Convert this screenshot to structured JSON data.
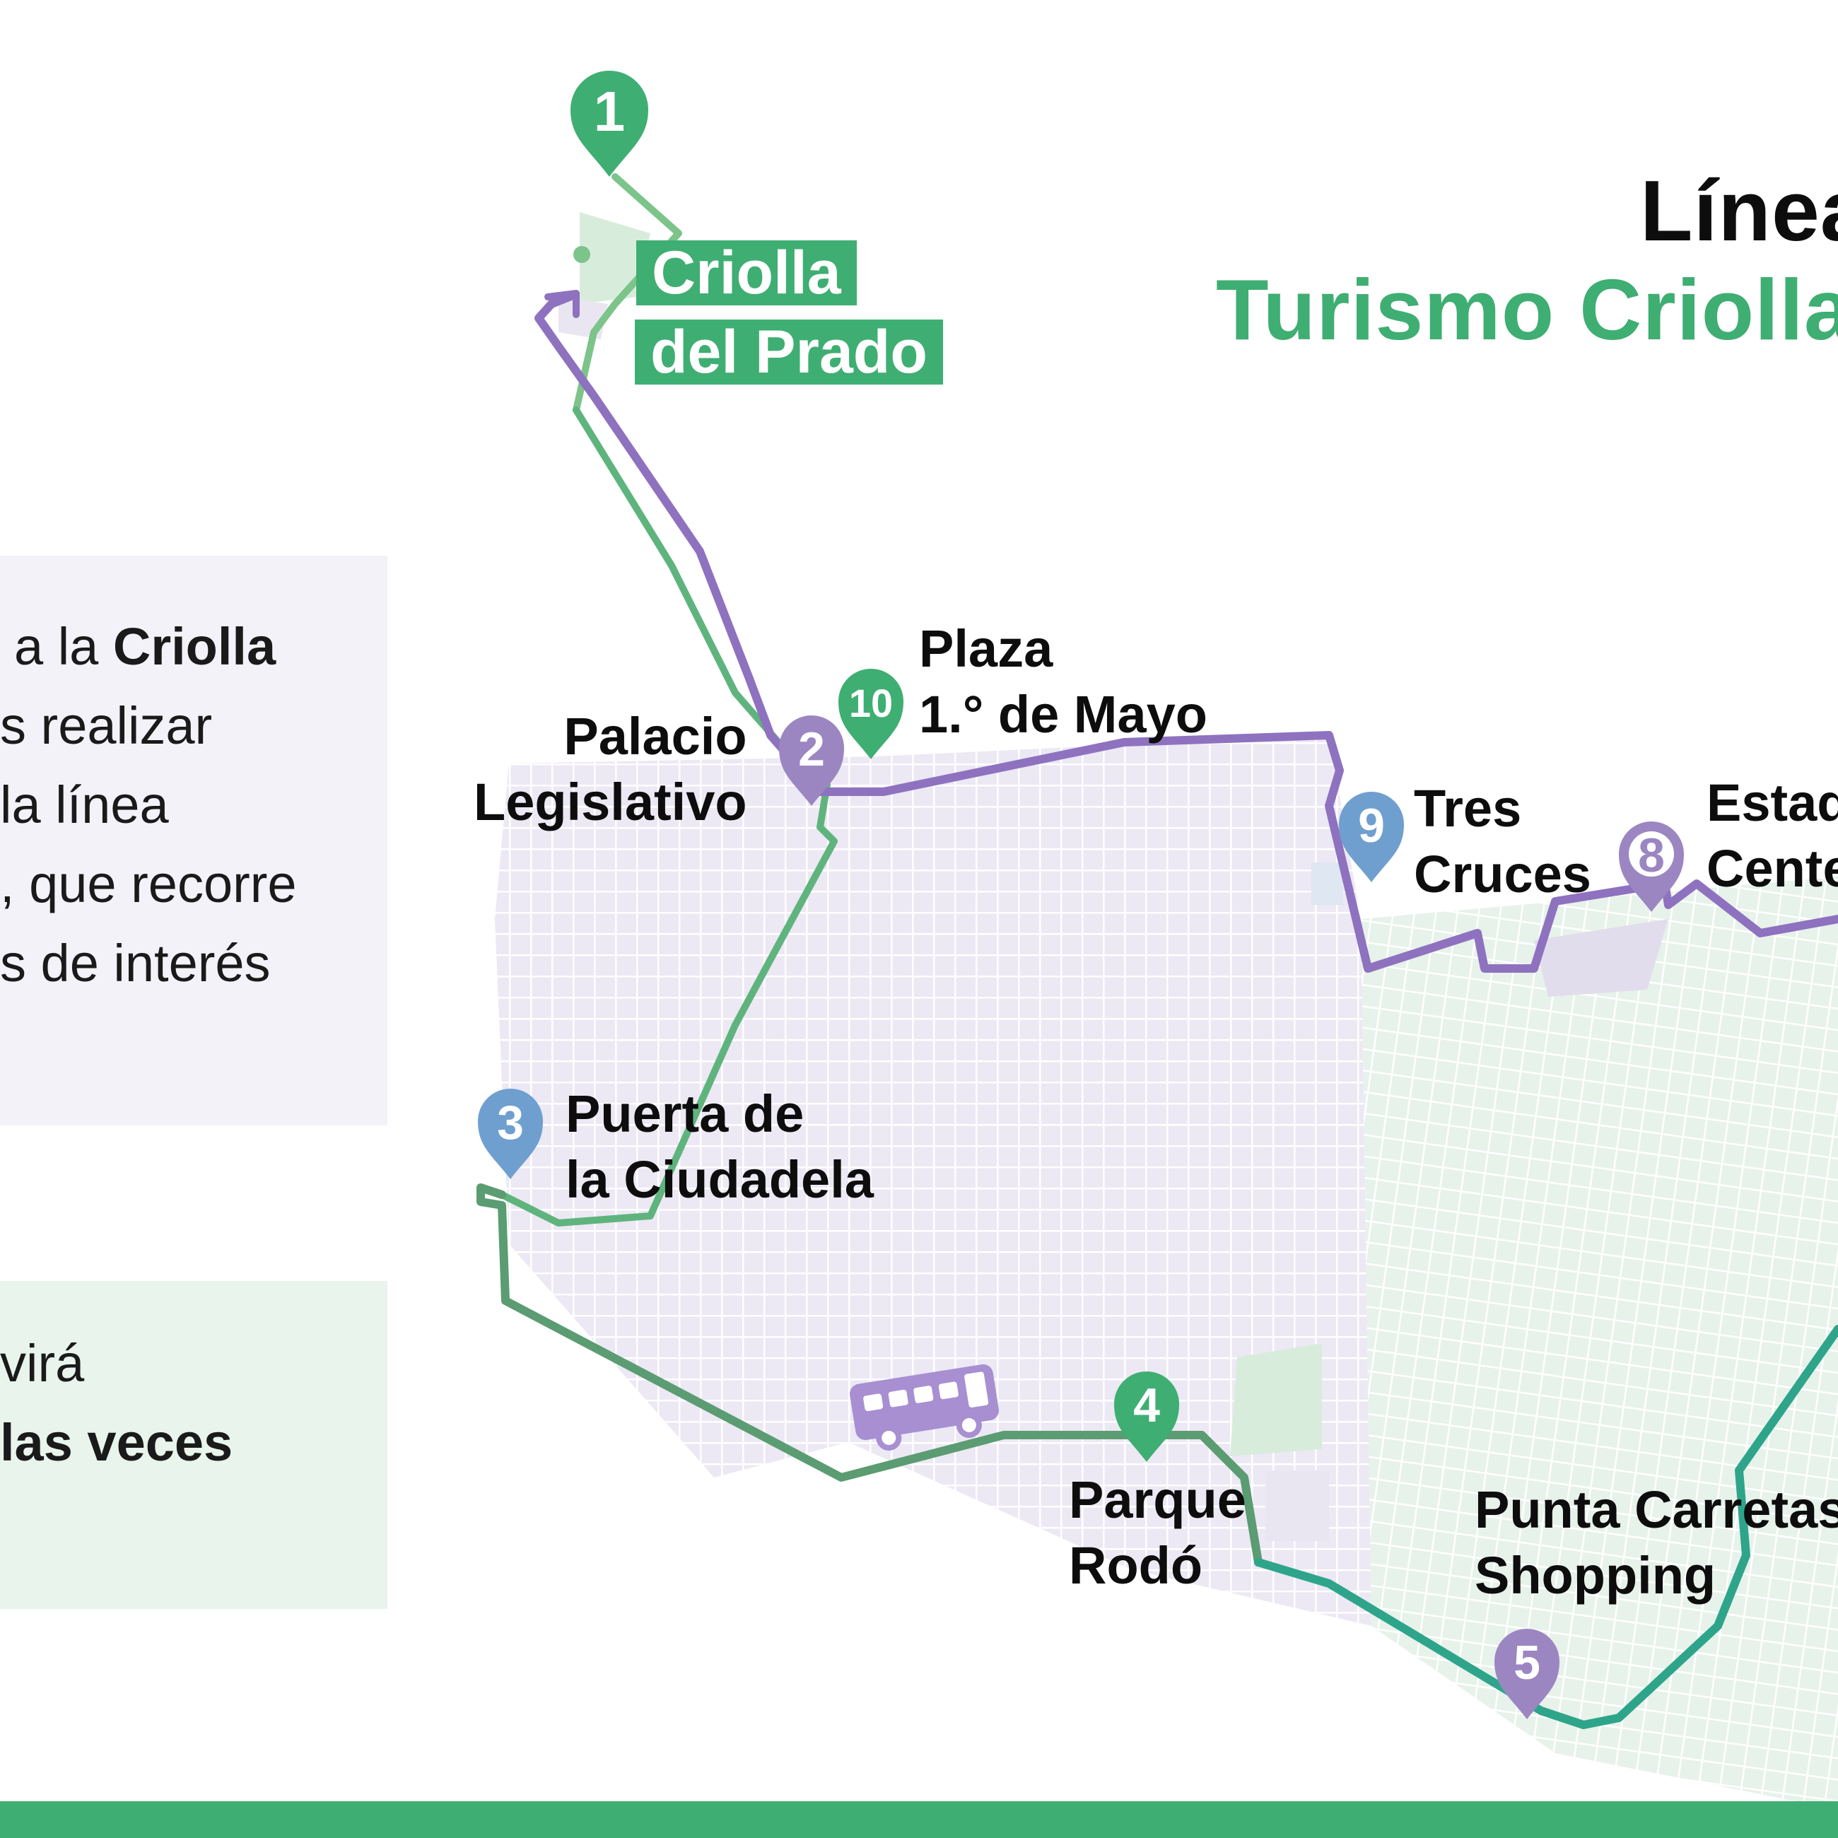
{
  "title": {
    "line1": "Línea",
    "line2": "Turismo Criolla"
  },
  "origin_tag": {
    "line1": "Criolla",
    "line2": "del Prado"
  },
  "info_top": {
    "line1_before": "a la ",
    "line1_bold": "Criolla",
    "line2": "s realizar",
    "line3": "la línea",
    "line4": ", que recorre",
    "line5": "s de interés"
  },
  "info_bottom": {
    "line1": "virá",
    "line2": "las veces"
  },
  "stops": [
    {
      "number": "1",
      "color": "#3fae72",
      "label": ""
    },
    {
      "number": "2",
      "color": "#9b86c2",
      "label": "Palacio\nLegislativo"
    },
    {
      "number": "3",
      "color": "#6f9fcf",
      "label": "Puerta de\nla Ciudadela"
    },
    {
      "number": "4",
      "color": "#3fae72",
      "label": "Parque\nRodó"
    },
    {
      "number": "5",
      "color": "#9b86c2",
      "label": ""
    },
    {
      "number": "8",
      "color": "#9b86c2",
      "label": "Estad\nCente"
    },
    {
      "number": "9",
      "color": "#6f9fcf",
      "label": "Tres\nCruces"
    },
    {
      "number": "10",
      "color": "#3fae72",
      "label": "Plaza\n1.° de Mayo"
    }
  ],
  "extra_labels": {
    "punta_carretas": "Punta Carretas\nShopping"
  },
  "colors": {
    "green": "#3fae72",
    "dark_green": "#5b9c72",
    "teal": "#2ea58a",
    "purple": "#8e72bf",
    "light_green_route": "#7cc48a",
    "blue_pin": "#6f9fcf",
    "purple_pin": "#9b86c2"
  }
}
